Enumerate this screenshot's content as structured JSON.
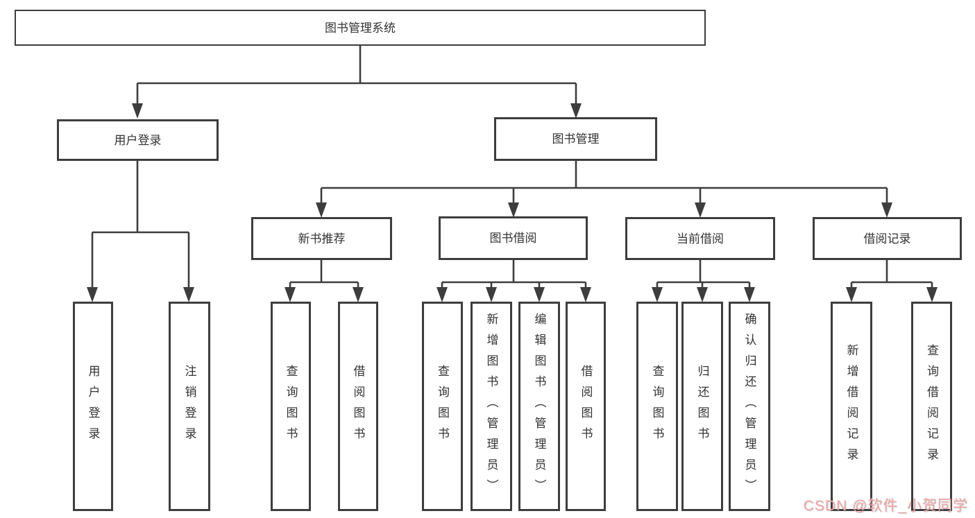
{
  "diagram": {
    "title": "图书管理系统",
    "type": "hierarchy-tree",
    "colors": {
      "background": "#ffffff",
      "line": "#3d3d3d",
      "box_border": "#3d3d3d",
      "text": "#333333",
      "watermark": "#f0a6a6"
    },
    "nodes": {
      "root": {
        "label": "图书管理系统"
      },
      "user_login": {
        "label": "用户登录"
      },
      "book_mgmt": {
        "label": "图书管理"
      },
      "new_book_rec": {
        "label": "新书推荐"
      },
      "book_borrow": {
        "label": "图书借阅"
      },
      "current_borrow": {
        "label": "当前借阅"
      },
      "borrow_records": {
        "label": "借阅记录"
      },
      "leaf_user_login": {
        "label": "用户登录"
      },
      "leaf_logout": {
        "label": "注销登录"
      },
      "leaf_nb_query": {
        "label": "查询图书"
      },
      "leaf_nb_borrow": {
        "label": "借阅图书"
      },
      "leaf_bb_query": {
        "label": "查询图书"
      },
      "leaf_bb_add": {
        "label": "新增图书（管理员）"
      },
      "leaf_bb_edit": {
        "label": "编辑图书（管理员）"
      },
      "leaf_bb_borrow": {
        "label": "借阅图书"
      },
      "leaf_cb_query": {
        "label": "查询图书"
      },
      "leaf_cb_return": {
        "label": "归还图书"
      },
      "leaf_cb_confirm": {
        "label": "确认归还（管理员）"
      },
      "leaf_br_add": {
        "label": "新增借阅记录"
      },
      "leaf_br_query": {
        "label": "查询借阅记录"
      }
    },
    "edges": [
      [
        "root",
        "user_login"
      ],
      [
        "root",
        "book_mgmt"
      ],
      [
        "user_login",
        "leaf_user_login"
      ],
      [
        "user_login",
        "leaf_logout"
      ],
      [
        "book_mgmt",
        "new_book_rec"
      ],
      [
        "book_mgmt",
        "book_borrow"
      ],
      [
        "book_mgmt",
        "current_borrow"
      ],
      [
        "book_mgmt",
        "borrow_records"
      ],
      [
        "new_book_rec",
        "leaf_nb_query"
      ],
      [
        "new_book_rec",
        "leaf_nb_borrow"
      ],
      [
        "book_borrow",
        "leaf_bb_query"
      ],
      [
        "book_borrow",
        "leaf_bb_add"
      ],
      [
        "book_borrow",
        "leaf_bb_edit"
      ],
      [
        "book_borrow",
        "leaf_bb_borrow"
      ],
      [
        "current_borrow",
        "leaf_cb_query"
      ],
      [
        "current_borrow",
        "leaf_cb_return"
      ],
      [
        "current_borrow",
        "leaf_cb_confirm"
      ],
      [
        "borrow_records",
        "leaf_br_add"
      ],
      [
        "borrow_records",
        "leaf_br_query"
      ]
    ]
  },
  "watermark": {
    "text": "CSDN @软件_小贺同学"
  }
}
